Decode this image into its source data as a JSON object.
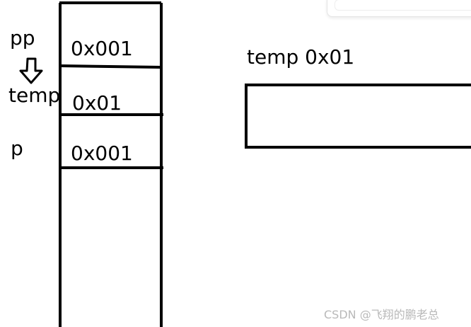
{
  "labels": {
    "pp": "pp",
    "temp": "temp",
    "p": "p"
  },
  "stack_cells": {
    "cell_1": "0x001",
    "cell_2": "0x01",
    "cell_3": "0x001"
  },
  "temp_box": {
    "caption": "temp 0x01",
    "value": ""
  },
  "watermark": "CSDN @飞翔的鹏老总",
  "colors": {
    "stroke": "#000000",
    "background": "#ffffff",
    "watermark": "#b9b9b9"
  },
  "icons": {
    "arrow": "down-arrow-icon"
  }
}
